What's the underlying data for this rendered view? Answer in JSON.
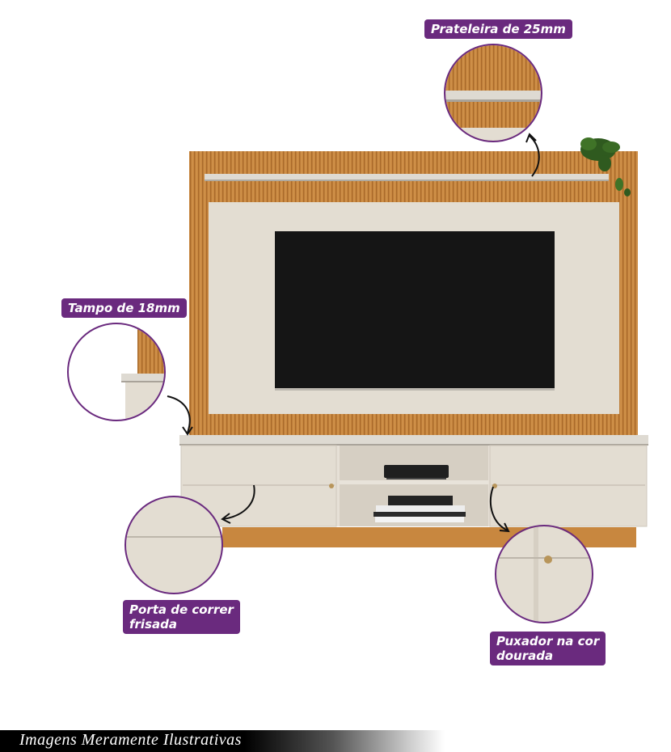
{
  "callouts": {
    "shelf": "Prateleira de 25mm",
    "top": "Tampo de 18mm",
    "door": "Porta de correr\nfrisada",
    "handle": "Puxador na cor\ndourada"
  },
  "footer": "Imagens Meramente Ilustrativas",
  "colors": {
    "accent": "#6a2a7e",
    "wood": "#c8873f",
    "panel": "#e3ddd2",
    "tv": "#151515"
  }
}
